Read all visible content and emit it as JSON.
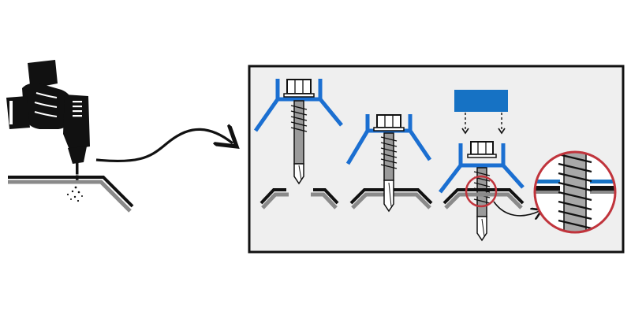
{
  "colors": {
    "background": "#ffffff",
    "panel_fill": "#efefef",
    "panel_border": "#111111",
    "sheet_blue": "#1672c4",
    "washer_blue": "#2a6fc0",
    "sheet_gray": "#8a8a8a",
    "sheet_black": "#111111",
    "callout_red": "#c0343c",
    "screw_steel": "#9a9a9a"
  },
  "icons": {
    "drill": "power-drill-in-hand-icon",
    "arrow": "curved-arrow-icon",
    "magnifier": "magnified-thread-detail-icon"
  },
  "stages": [
    {
      "name": "screw-with-washer-above-sheet"
    },
    {
      "name": "screw-driving-through-sheet"
    },
    {
      "name": "screw-through-sheet-with-overlap-plate"
    }
  ]
}
